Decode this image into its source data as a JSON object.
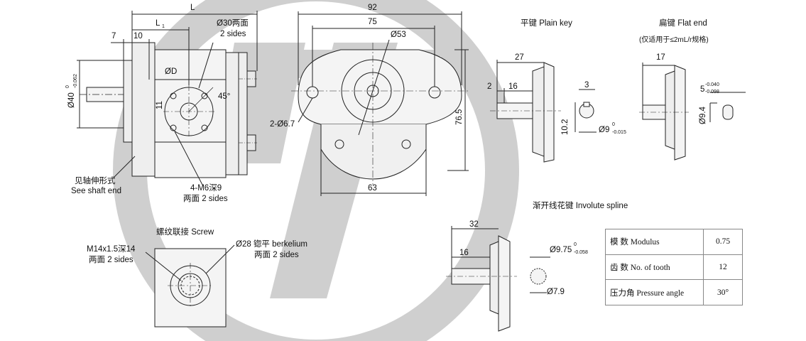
{
  "colors": {
    "line": "#222222",
    "body_fill": "#f0f0f0",
    "watermark": "#c8c8c8",
    "table_border": "#888888"
  },
  "main_view": {
    "dims": {
      "L": "L",
      "L1": "L",
      "L1_sub": "1",
      "d7": "7",
      "d10": "10",
      "d30": "Ø30两面",
      "d30_sides": "2 sides",
      "dD": "ØD",
      "d11": "11",
      "angle": "45°",
      "d40": "Ø40",
      "d40_tol_top": "0",
      "d40_tol_bot": "-0.062"
    },
    "callouts": {
      "shaft_end_cn": "见轴伸形式",
      "shaft_end_en": "See shaft end",
      "thread_cn": "4-M6深9",
      "thread_en": "两面 2 sides"
    }
  },
  "front_view": {
    "dims": {
      "d92": "92",
      "d75": "75",
      "d53": "Ø53",
      "holes": "2-Ø6.7",
      "d76_5": "76.5",
      "d63": "63"
    }
  },
  "screw_view": {
    "title": "螺纹联接 Screw",
    "thread_line1": "M14x1.5深14",
    "thread_line2": "两面 2 sides",
    "face_line1": "Ø28 锪平 berkelium",
    "face_line2": "两面 2 sides"
  },
  "plain_key": {
    "title": "平键   Plain key",
    "d27": "27",
    "d2": "2",
    "d16": "16",
    "d3": "3",
    "d10_2": "10.2",
    "d9": "Ø9",
    "d9_tol_top": "0",
    "d9_tol_bot": "-0.015"
  },
  "flat_end": {
    "title": "扁键    Flat end",
    "note": "(仅适用于≤2mL/r规格)",
    "d17": "17",
    "d5": "5",
    "d5_tol_top": "-0.040",
    "d5_tol_bot": "-0.098",
    "d9_4": "Ø9.4"
  },
  "spline": {
    "title": "渐开线花键   Involute spline",
    "d32": "32",
    "d16": "16",
    "d9_75": "Ø9.75",
    "d9_75_tol_top": "0",
    "d9_75_tol_bot": "-0.058",
    "d7_9": "Ø7.9"
  },
  "spec_table": [
    {
      "label": "模  数  Modulus",
      "value": "0.75"
    },
    {
      "label": "齿  数  No. of tooth",
      "value": "12"
    },
    {
      "label": "压力角  Pressure angle",
      "value": "30°"
    }
  ]
}
